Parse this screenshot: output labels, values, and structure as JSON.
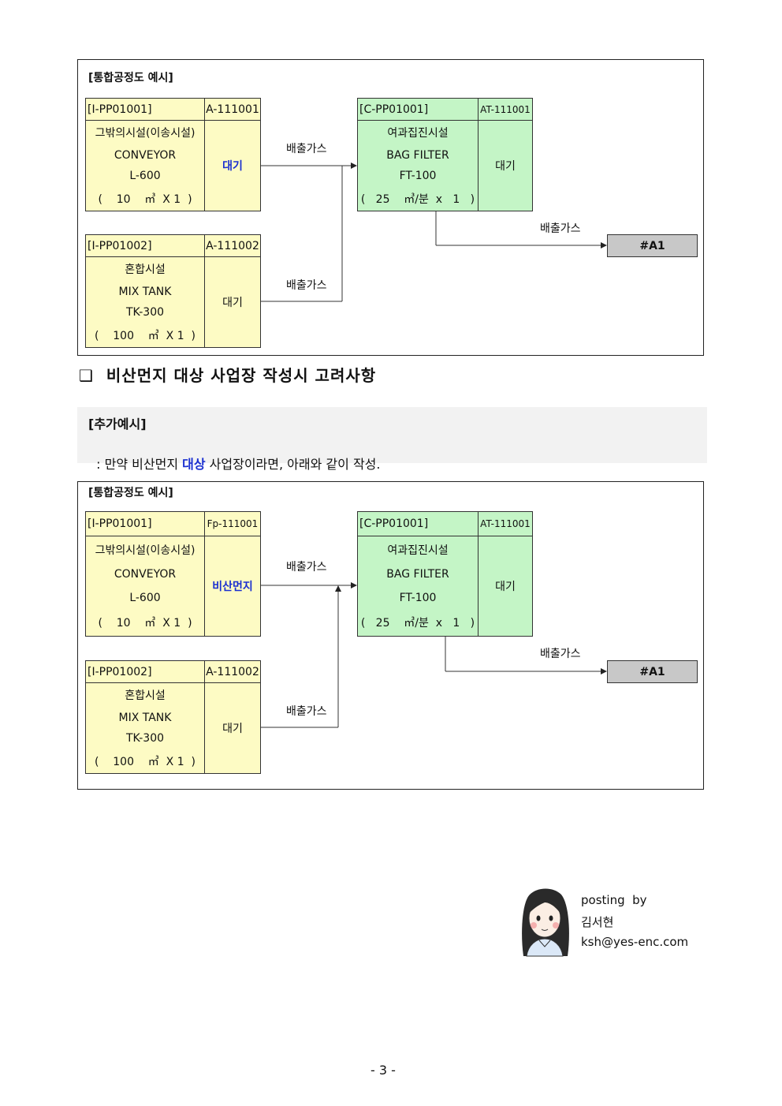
{
  "diagram1": {
    "title": "[통합공정도 예시]",
    "box1": {
      "id": "[I-PP01001]",
      "code": "A-111001",
      "l1": "그밖의시설(이송시설)",
      "l2": "CONVEYOR",
      "l3": "L-600",
      "l4": "(    10    ㎥  X 1  )",
      "status": "대기"
    },
    "box2": {
      "id": "[I-PP01002]",
      "code": "A-111002",
      "l1": "혼합시설",
      "l2": "MIX TANK",
      "l3": "TK-300",
      "l4": "(    100    ㎥  X 1  )",
      "status": "대기"
    },
    "box3": {
      "id": "[C-PP01001]",
      "code": "AT-111001",
      "l1": "여과집진시설",
      "l2": "BAG FILTER",
      "l3": "FT-100",
      "l4": "(   25    ㎥/분  x   1   )",
      "status": "대기"
    },
    "label1": "배출가스",
    "label2": "배출가스",
    "label3": "배출가스",
    "outlet": "#A1"
  },
  "section": {
    "marker": "❑",
    "title": "비산먼지 대상 사업장 작성시 고려사항"
  },
  "note": {
    "title": "[추가예시]",
    "text_before": ": 만약 비산먼지 ",
    "highlight": "대상",
    "text_after": " 사업장이라면, 아래와 같이 작성."
  },
  "diagram2": {
    "title": "[통합공정도 예시]",
    "box1": {
      "id": "[I-PP01001]",
      "code": "Fp-111001",
      "l1": "그밖의시설(이송시설)",
      "l2": "CONVEYOR",
      "l3": "L-600",
      "l4": "(    10    ㎥  X 1  )",
      "status": "비산먼지"
    },
    "box2": {
      "id": "[I-PP01002]",
      "code": "A-111002",
      "l1": "혼합시설",
      "l2": "MIX TANK",
      "l3": "TK-300",
      "l4": "(    100    ㎥  X 1  )",
      "status": "대기"
    },
    "box3": {
      "id": "[C-PP01001]",
      "code": "AT-111001",
      "l1": "여과집진시설",
      "l2": "BAG FILTER",
      "l3": "FT-100",
      "l4": "(   25    ㎥/분  x   1   )",
      "status": "대기"
    },
    "label1": "배출가스",
    "label2": "배출가스",
    "label3": "배출가스",
    "outlet": "#A1"
  },
  "author": {
    "line1": "posting  by",
    "line2": "김서현",
    "line3": "ksh@yes-enc.com"
  },
  "page_number": "- 3 -"
}
